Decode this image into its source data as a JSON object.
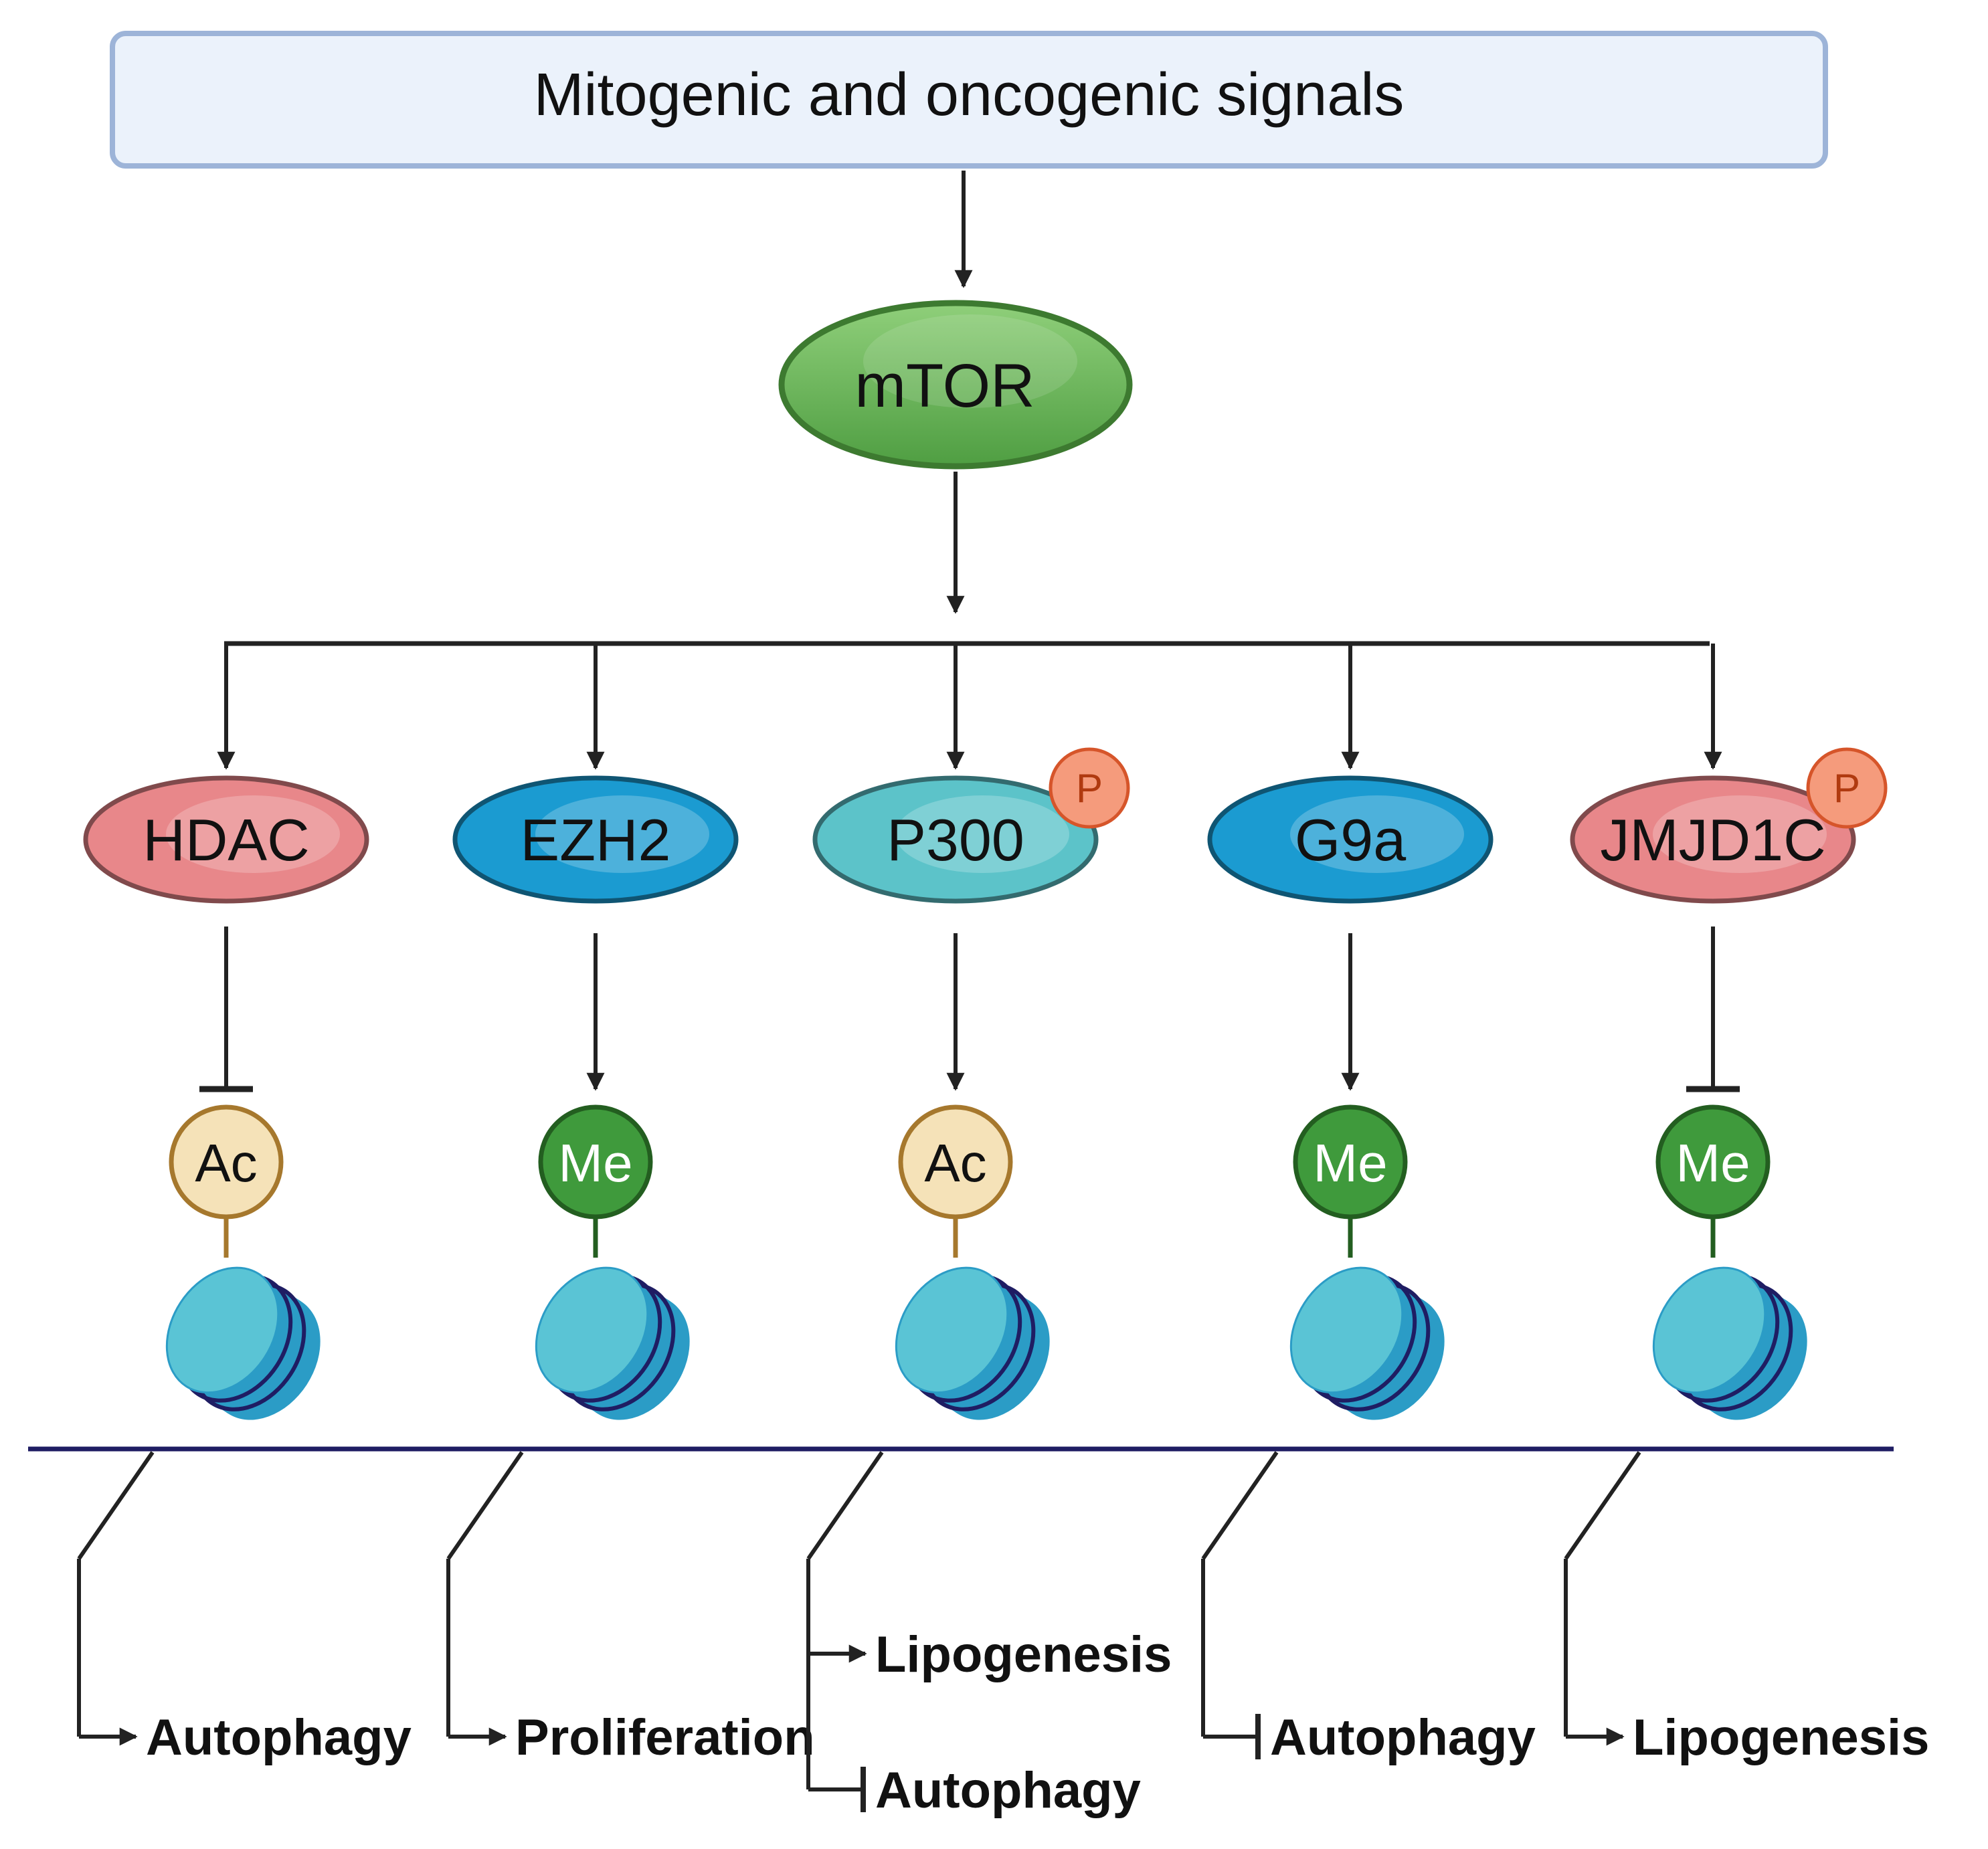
{
  "header": {
    "label": "Mitogenic and oncogenic signals"
  },
  "hub": {
    "label": "mTOR"
  },
  "phospho_label": "P",
  "columns": [
    {
      "id": "hdac",
      "enzyme": "HDAC",
      "enzyme_color": "#e8878a",
      "phosphorylated": false,
      "effect": "inhibit",
      "mark": "Ac",
      "mark_color": "#f5e2b8",
      "outcomes": [
        {
          "label": "Autophagy",
          "effect": "activate"
        }
      ]
    },
    {
      "id": "ezh2",
      "enzyme": "EZH2",
      "enzyme_color": "#1b9bd1",
      "phosphorylated": false,
      "effect": "activate",
      "mark": "Me",
      "mark_color": "#3f9a3c",
      "outcomes": [
        {
          "label": "Proliferation",
          "effect": "activate"
        }
      ]
    },
    {
      "id": "p300",
      "enzyme": "P300",
      "enzyme_color": "#5cc3c9",
      "phosphorylated": true,
      "effect": "activate",
      "mark": "Ac",
      "mark_color": "#f5e2b8",
      "outcomes": [
        {
          "label": "Lipogenesis",
          "effect": "activate"
        },
        {
          "label": "Autophagy",
          "effect": "inhibit"
        }
      ]
    },
    {
      "id": "g9a",
      "enzyme": "G9a",
      "enzyme_color": "#1b9bd1",
      "phosphorylated": false,
      "effect": "activate",
      "mark": "Me",
      "mark_color": "#3f9a3c",
      "outcomes": [
        {
          "label": "Autophagy",
          "effect": "inhibit"
        }
      ]
    },
    {
      "id": "jmjd1c",
      "enzyme": "JMJD1C",
      "enzyme_color": "#e8878a",
      "phosphorylated": true,
      "effect": "inhibit",
      "mark": "Me",
      "mark_color": "#3f9a3c",
      "outcomes": [
        {
          "label": "Lipogenesis",
          "effect": "activate"
        }
      ]
    }
  ]
}
